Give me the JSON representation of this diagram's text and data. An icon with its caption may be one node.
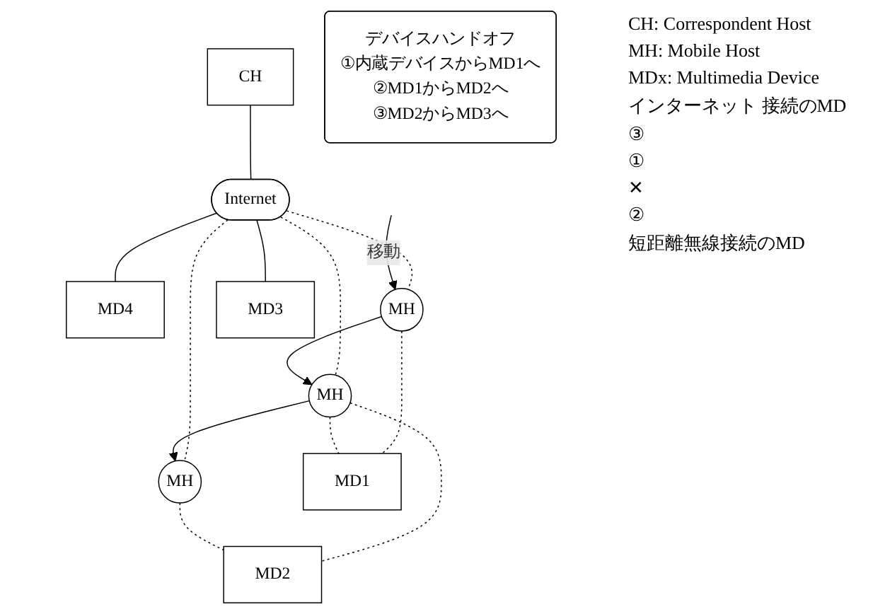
{
  "diagram": {
    "nodes": [
      {
        "text": [
          "CH"
        ]
      },
      {
        "text": [
          "Internet"
        ]
      },
      {
        "text": [
          "MD4"
        ]
      },
      {
        "text": [
          "MH"
        ]
      },
      {
        "text": [
          "MH"
        ]
      },
      {
        "text": [
          "MH"
        ]
      },
      {
        "text": [
          "MD3"
        ]
      },
      {
        "text": [
          "MD1"
        ]
      },
      {
        "text": [
          "MD2"
        ]
      },
      {
        "text": [
          "デバイスハンドオフ",
          "①内蔵デバイスからMD1へ",
          "②MD1からMD2へ",
          "③MD2からMD3へ"
        ]
      }
    ],
    "edges": [
      {
        "from": 0,
        "to": 1,
        "arrow": "none"
      },
      {
        "from": 1,
        "to": 2,
        "arrow": "none"
      },
      {
        "from": 1,
        "to": 3,
        "arrow": "none",
        "style": "dashed"
      },
      {
        "from": 1,
        "to": 4,
        "arrow": "none",
        "style": "dashed"
      },
      {
        "from": 1,
        "to": 5,
        "arrow": "none",
        "style": "dashed"
      },
      {
        "from": 1,
        "to": 6,
        "arrow": "none"
      },
      {
        "from": null,
        "to": 3,
        "arrow": "to",
        "label": "移動"
      },
      {
        "from": 3,
        "to": 4,
        "arrow": "to"
      },
      {
        "from": 4,
        "to": 5,
        "arrow": "to"
      },
      {
        "from": 3,
        "to": 7,
        "arrow": "none",
        "style": "dashed"
      },
      {
        "from": 4,
        "to": 7,
        "arrow": "none",
        "style": "dashed"
      },
      {
        "from": 4,
        "to": 8,
        "arrow": "none",
        "style": "dashed"
      },
      {
        "from": 5,
        "to": 8,
        "arrow": "none",
        "style": "dashed"
      }
    ],
    "labels": [
      "CH: Correspondent Host",
      "MH: Mobile Host",
      "MDx: Multimedia Device",
      "インターネット 接続のMD",
      "③",
      "①",
      "✕",
      "②",
      "短距離無線接続のMD"
    ]
  }
}
